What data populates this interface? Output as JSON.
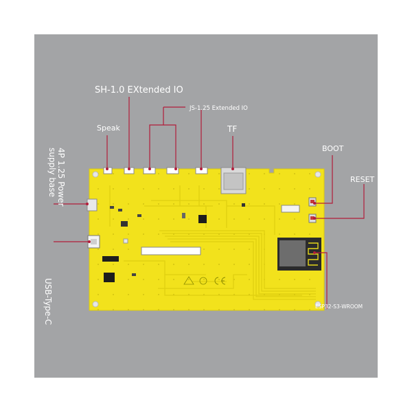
{
  "labels": {
    "sh_extended_io": "SH-1.0 EXtended IO",
    "js_extended_io": "JS-1.25 Extended IO",
    "speak": "Speak",
    "tf": "TF",
    "boot": "BOOT",
    "reset": "RESET",
    "power_line1": "4P 1.25 Power",
    "power_line2": "supply base",
    "usb": "USB-Type-C",
    "module": "ESP32-S3-WROOM"
  },
  "colors": {
    "background": "#a3a4a6",
    "board": "#f2e21c",
    "callout": "#b21c3a",
    "label": "#ffffff"
  }
}
